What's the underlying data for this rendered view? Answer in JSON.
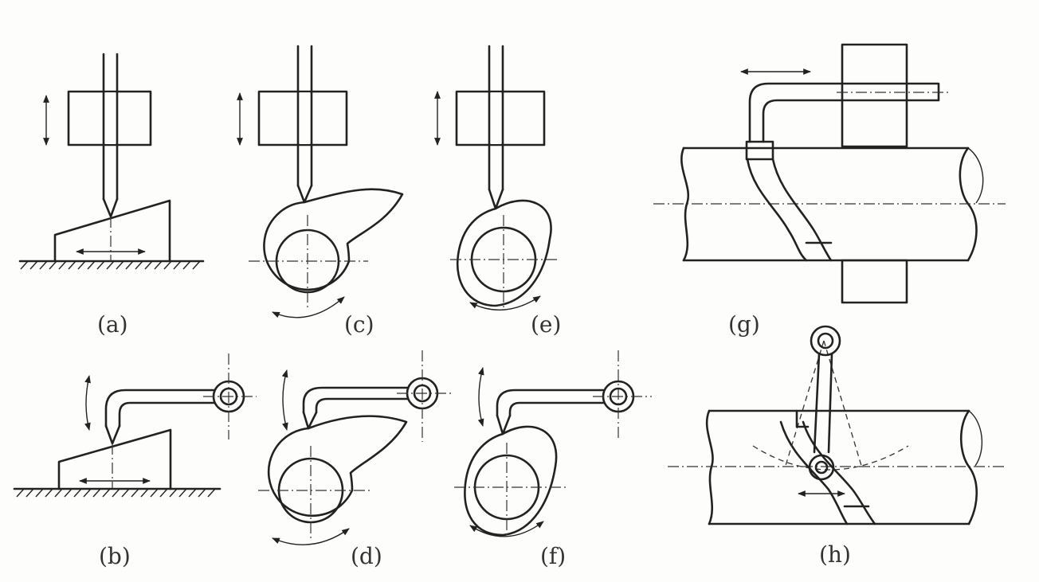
{
  "colors": {
    "ink": "#222222",
    "paper": "#fdfdfb",
    "label": "#333333"
  },
  "panels": [
    {
      "id": "a",
      "label": "(a)"
    },
    {
      "id": "b",
      "label": "(b)"
    },
    {
      "id": "c",
      "label": "(c)"
    },
    {
      "id": "d",
      "label": "(d)"
    },
    {
      "id": "e",
      "label": "(e)"
    },
    {
      "id": "f",
      "label": "(f)"
    },
    {
      "id": "g",
      "label": "(g)"
    },
    {
      "id": "h",
      "label": "(h)"
    }
  ]
}
